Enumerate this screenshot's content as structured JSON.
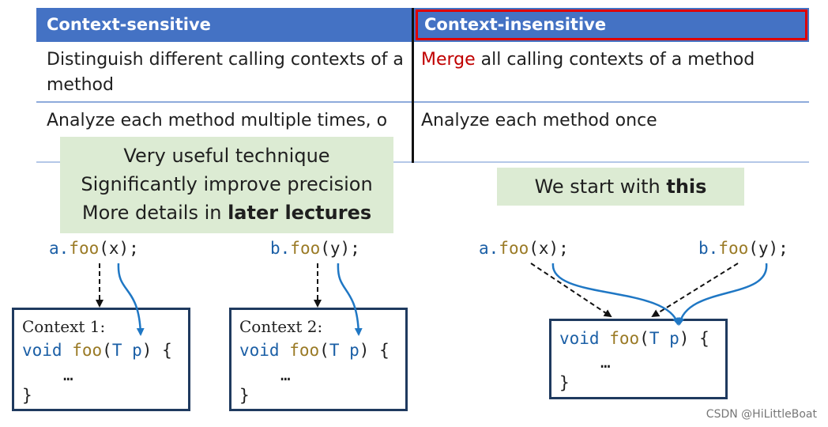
{
  "table": {
    "headers": [
      "Context-sensitive",
      "Context-insensitive"
    ],
    "rows": [
      {
        "left": "Distinguish different calling contexts of a method",
        "right_highlight": "Merge",
        "right_rest": " all calling contexts of a method"
      },
      {
        "left": "Analyze each method multiple times, o",
        "right": "Analyze each method once"
      }
    ]
  },
  "callout_left": {
    "line1": "Very useful technique",
    "line2": "Significantly improve precision",
    "line3_prefix": "More details in ",
    "line3_bold": "later lectures"
  },
  "callout_right": {
    "prefix": "We start with ",
    "bold": "this"
  },
  "calls": {
    "a_obj": "a.",
    "b_obj": "b.",
    "method": "foo",
    "a_args": "(x);",
    "b_args": "(y);"
  },
  "boxes": {
    "context1_label": "Context 1:",
    "context2_label": "Context 2:",
    "kw_void": "void",
    "fn_name": "foo",
    "paren_open": "(",
    "kw_T": "T",
    "param": "p",
    "sig_close": ") {",
    "ellipsis": "…",
    "brace_close": "}"
  },
  "watermark": "CSDN @HiLittleBoat",
  "colors": {
    "header_bg": "#4472c4",
    "highlight_border": "#e00000",
    "merge_text": "#c00000",
    "callout_bg": "#dcebd3",
    "arrow_blue": "#1f77c4",
    "keyword": "#1b5fa6",
    "method": "#9a7a25"
  }
}
